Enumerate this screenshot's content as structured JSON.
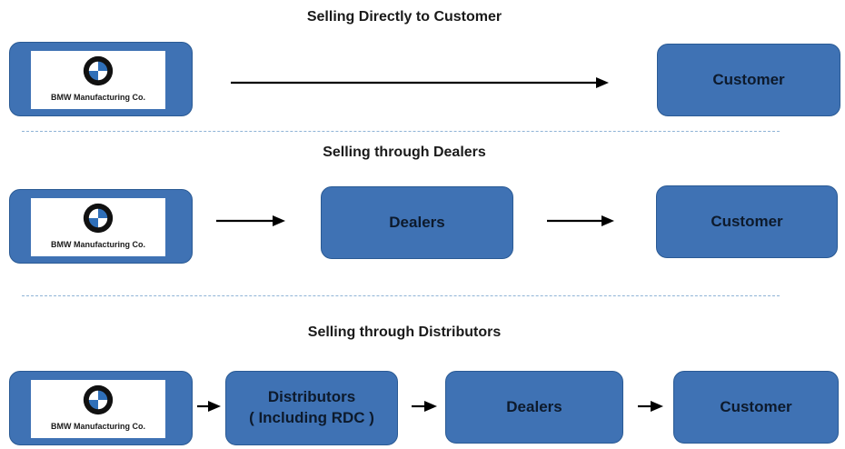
{
  "sections": [
    {
      "title": "Selling Directly to Customer",
      "source_label": "BMW Manufacturing Co.",
      "target": "Customer"
    },
    {
      "title": "Selling through Dealers",
      "source_label": "BMW Manufacturing Co.",
      "middle": "Dealers",
      "target": "Customer"
    },
    {
      "title": "Selling through Distributors",
      "source_label": "BMW Manufacturing Co.",
      "distributor_line1": "Distributors",
      "distributor_line2": "( Including RDC )",
      "middle": "Dealers",
      "target": "Customer"
    }
  ],
  "colors": {
    "box_fill": "#3f72b4",
    "box_border": "#2a5a94",
    "divider": "#8fb3d6",
    "arrow": "#000000"
  },
  "icons": {
    "logo": "bmw-logo-icon",
    "arrow": "right-arrow-icon"
  }
}
